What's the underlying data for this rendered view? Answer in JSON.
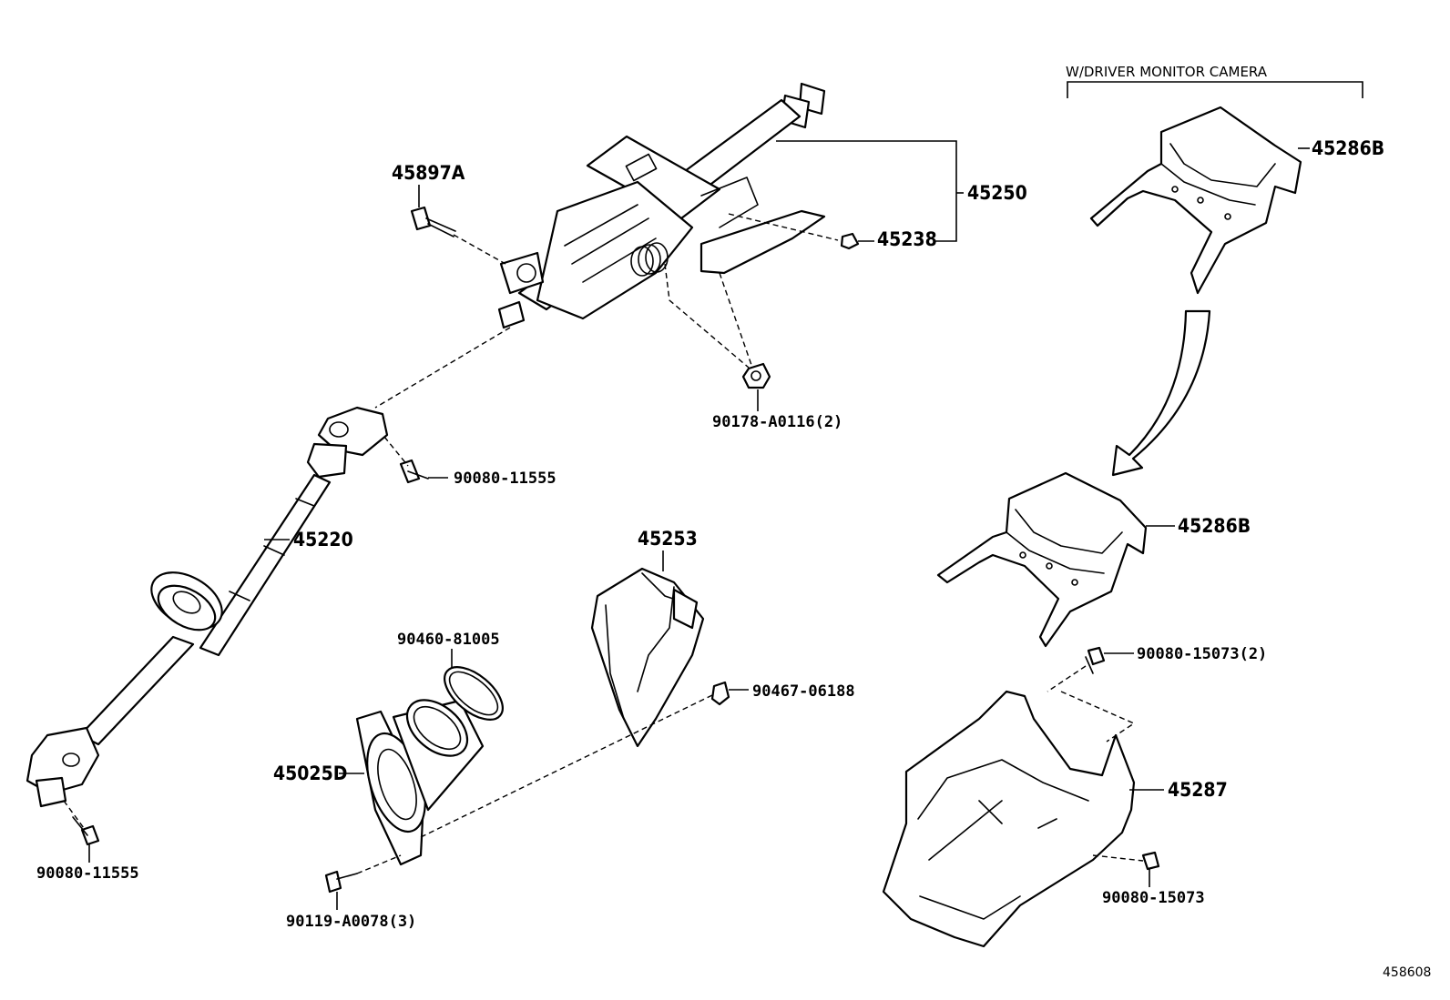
{
  "variant_caption": "W/DRIVER MONITOR CAMERA",
  "labels": {
    "p45897A": "45897A",
    "p45250": "45250",
    "p45238": "45238",
    "p90178": "90178-A0116(2)",
    "p90080_upper": "90080-11555",
    "p45220": "45220",
    "p90080_lower": "90080-11555",
    "p45253": "45253",
    "p90460": "90460-81005",
    "p90467": "90467-06188",
    "p45025D": "45025D",
    "p90119": "90119-A0078(3)",
    "p45286B_top": "45286B",
    "p45286B_mid": "45286B",
    "p90080_15073_2": "90080-15073(2)",
    "p45287": "45287",
    "p90080_15073": "90080-15073"
  },
  "diagram_ref": "458608"
}
